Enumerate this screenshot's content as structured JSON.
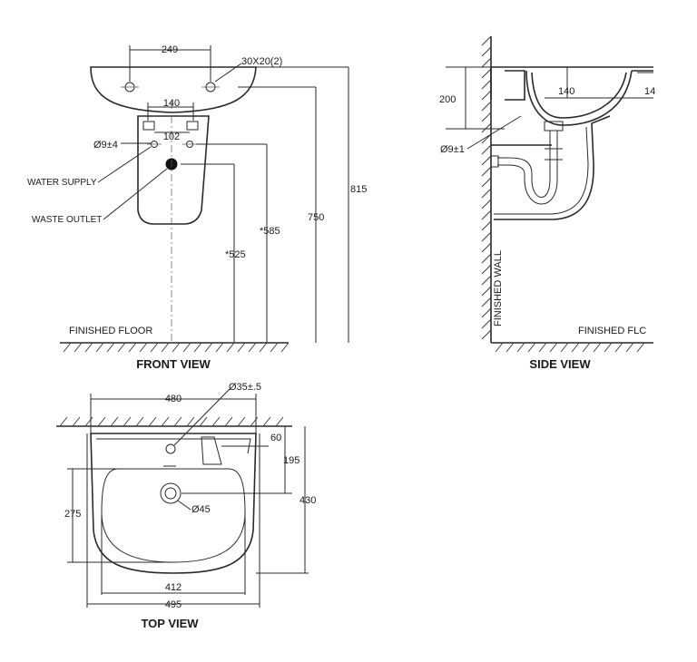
{
  "front_view": {
    "title": "FRONT VIEW",
    "dim_249": "249",
    "hole_label": "30X20(2)",
    "dim_140": "140",
    "dim_102": "102",
    "dia_9": "Ø9±4",
    "water_supply": "WATER SUPPLY",
    "waste_outlet": "WASTE OUTLET",
    "dim_815": "815",
    "dim_750": "750",
    "dim_585": "*585",
    "dim_525": "*525",
    "floor": "FINISHED FLOOR"
  },
  "side_view": {
    "title": "SIDE VIEW",
    "dim_200": "200",
    "dim_140": "140",
    "dim_cut": "14",
    "dia_9": "Ø9±1",
    "wall": "FINISHED WALL",
    "floor": "FINISHED FLC"
  },
  "top_view": {
    "title": "TOP VIEW",
    "dim_480": "480",
    "dia_35": "Ø35±.5",
    "dim_60": "60",
    "dim_195": "195",
    "dim_430": "430",
    "dim_275": "275",
    "dia_45": "Ø45",
    "dim_412": "412",
    "dim_495": "495"
  }
}
